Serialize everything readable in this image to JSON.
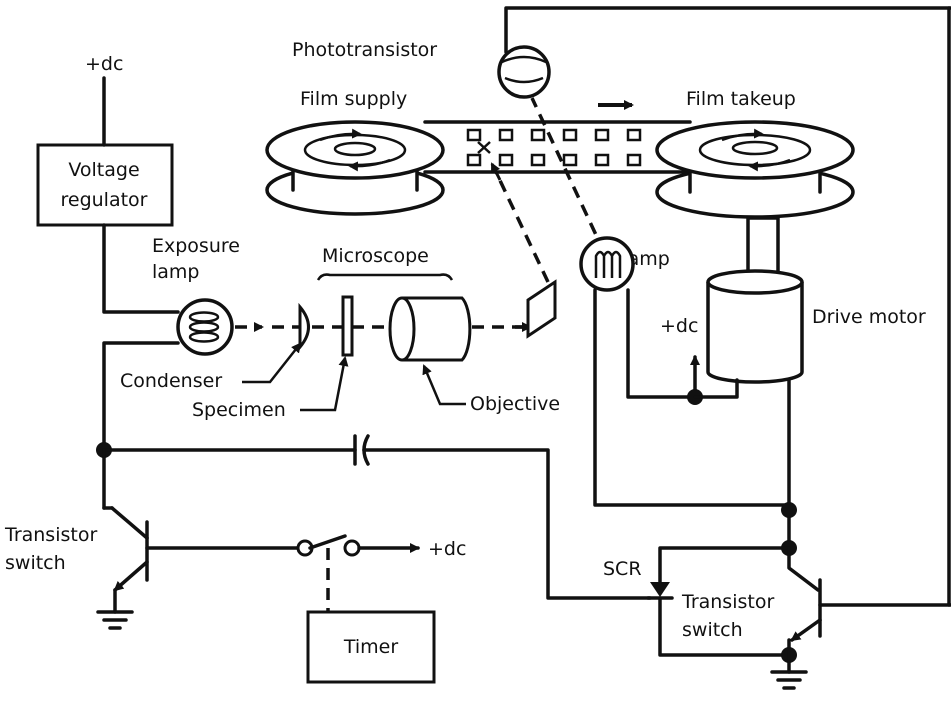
{
  "labels": {
    "dc_top": "+dc",
    "voltage_regulator_line1": "Voltage",
    "voltage_regulator_line2": "regulator",
    "exposure_lamp_line1": "Exposure",
    "exposure_lamp_line2": "lamp",
    "microscope": "Microscope",
    "phototransistor": "Phototransistor",
    "film_supply": "Film supply",
    "film_takeup": "Film takeup",
    "lamp": "Lamp",
    "dc_motor": "+dc",
    "drive_motor": "Drive motor",
    "condenser": "Condenser",
    "specimen": "Specimen",
    "objective": "Objective",
    "transistor_switch_left_line1": "Transistor",
    "transistor_switch_left_line2": "switch",
    "dc_timer": "+dc",
    "timer": "Timer",
    "scr": "SCR",
    "transistor_switch_right_line1": "Transistor",
    "transistor_switch_right_line2": "switch"
  }
}
